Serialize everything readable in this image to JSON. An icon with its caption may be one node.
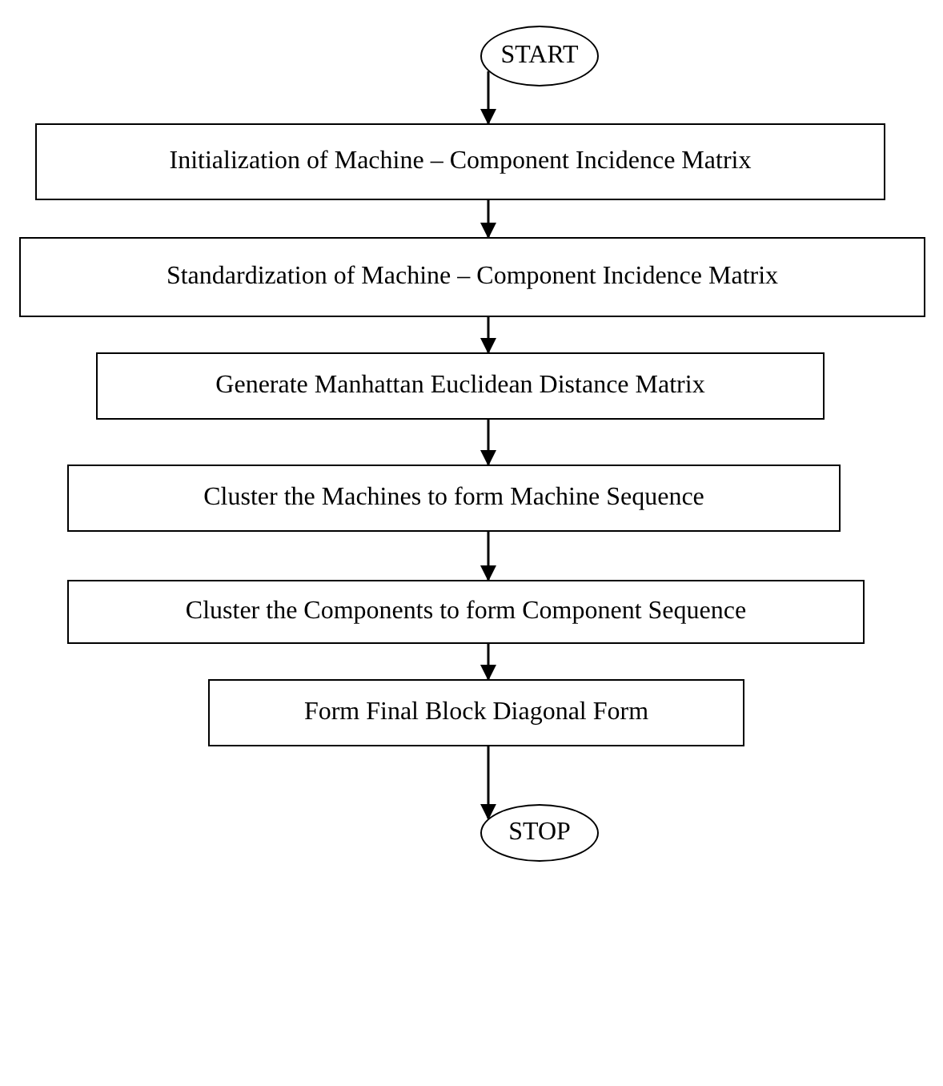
{
  "diagram": {
    "nodes": [
      {
        "text": [
          "START"
        ]
      },
      {
        "text": [
          "Initialization of Machine – Component Incidence Matrix"
        ]
      },
      {
        "text": [
          "Standardization of Machine – Component Incidence Matrix"
        ]
      },
      {
        "text": [
          "Generate Manhattan Euclidean Distance Matrix"
        ]
      },
      {
        "text": [
          "Cluster the Machines to form Machine Sequence"
        ]
      },
      {
        "text": [
          "Cluster the Components to form Component Sequence"
        ]
      },
      {
        "text": [
          "Form Final Block Diagonal Form"
        ]
      },
      {
        "text": [
          "STOP"
        ]
      }
    ],
    "edges": [
      {
        "from": 0,
        "to": 1,
        "arrow": "to"
      },
      {
        "from": 1,
        "to": 2,
        "arrow": "to"
      },
      {
        "from": 2,
        "to": 3,
        "arrow": "to"
      },
      {
        "from": 3,
        "to": 4,
        "arrow": "to"
      },
      {
        "from": 4,
        "to": 5,
        "arrow": "to"
      },
      {
        "from": 5,
        "to": 6,
        "arrow": "to"
      },
      {
        "from": 6,
        "to": 7,
        "arrow": "to"
      }
    ]
  }
}
